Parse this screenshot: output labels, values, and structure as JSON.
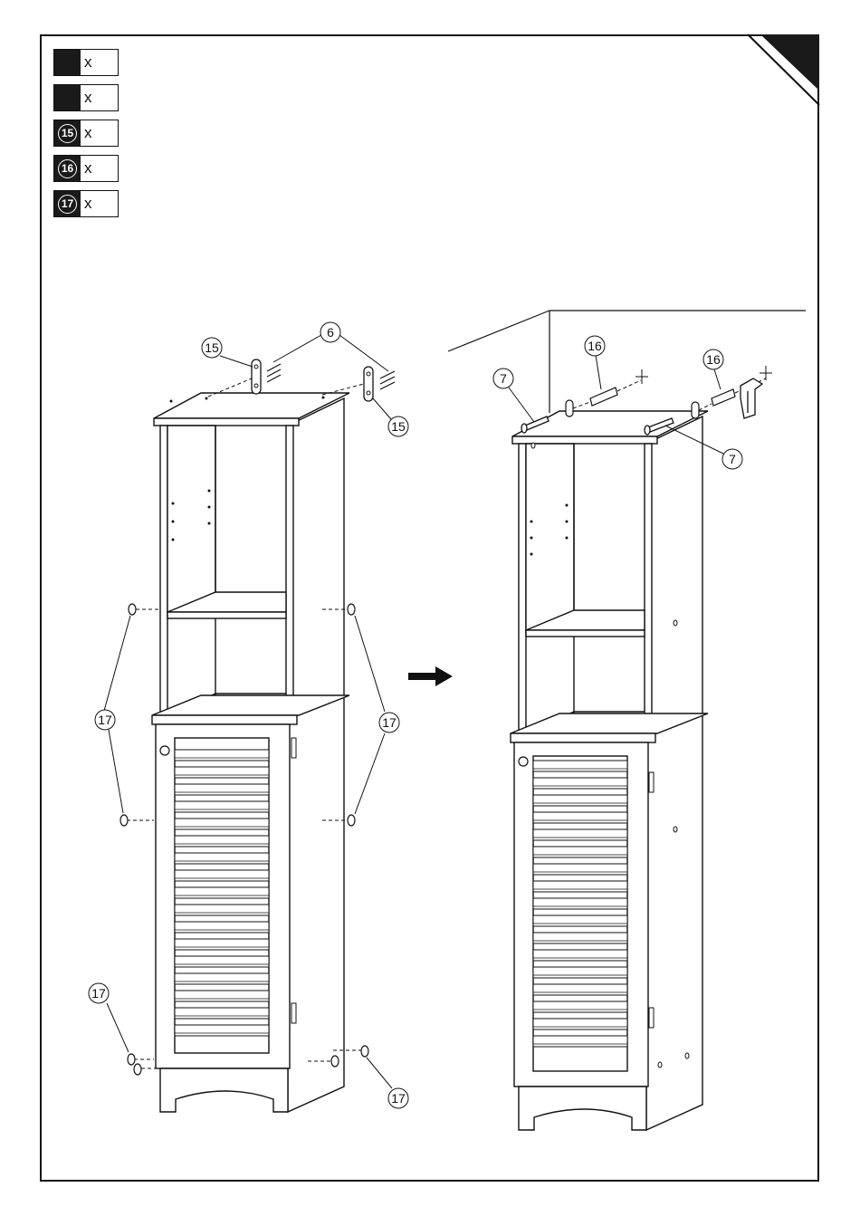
{
  "parts_list": [
    {
      "id": "part-a",
      "number": "",
      "mult": "x"
    },
    {
      "id": "part-b",
      "number": "",
      "mult": "x"
    },
    {
      "id": "part-15",
      "number": "15",
      "mult": "x"
    },
    {
      "id": "part-16",
      "number": "16",
      "mult": "x"
    },
    {
      "id": "part-17",
      "number": "17",
      "mult": "x"
    }
  ],
  "callouts": {
    "c6": "6",
    "c15a": "15",
    "c15b": "15",
    "c17a": "17",
    "c17b": "17",
    "c17c": "17",
    "c17d": "17",
    "c7a": "7",
    "c7b": "7",
    "c16a": "16",
    "c16b": "16"
  },
  "icons": {
    "step_arrow": "right-arrow-icon",
    "corner_tab": "page-corner-tab"
  },
  "colors": {
    "ink": "#111111",
    "fill": "#1a1a1a",
    "paper": "#ffffff"
  }
}
